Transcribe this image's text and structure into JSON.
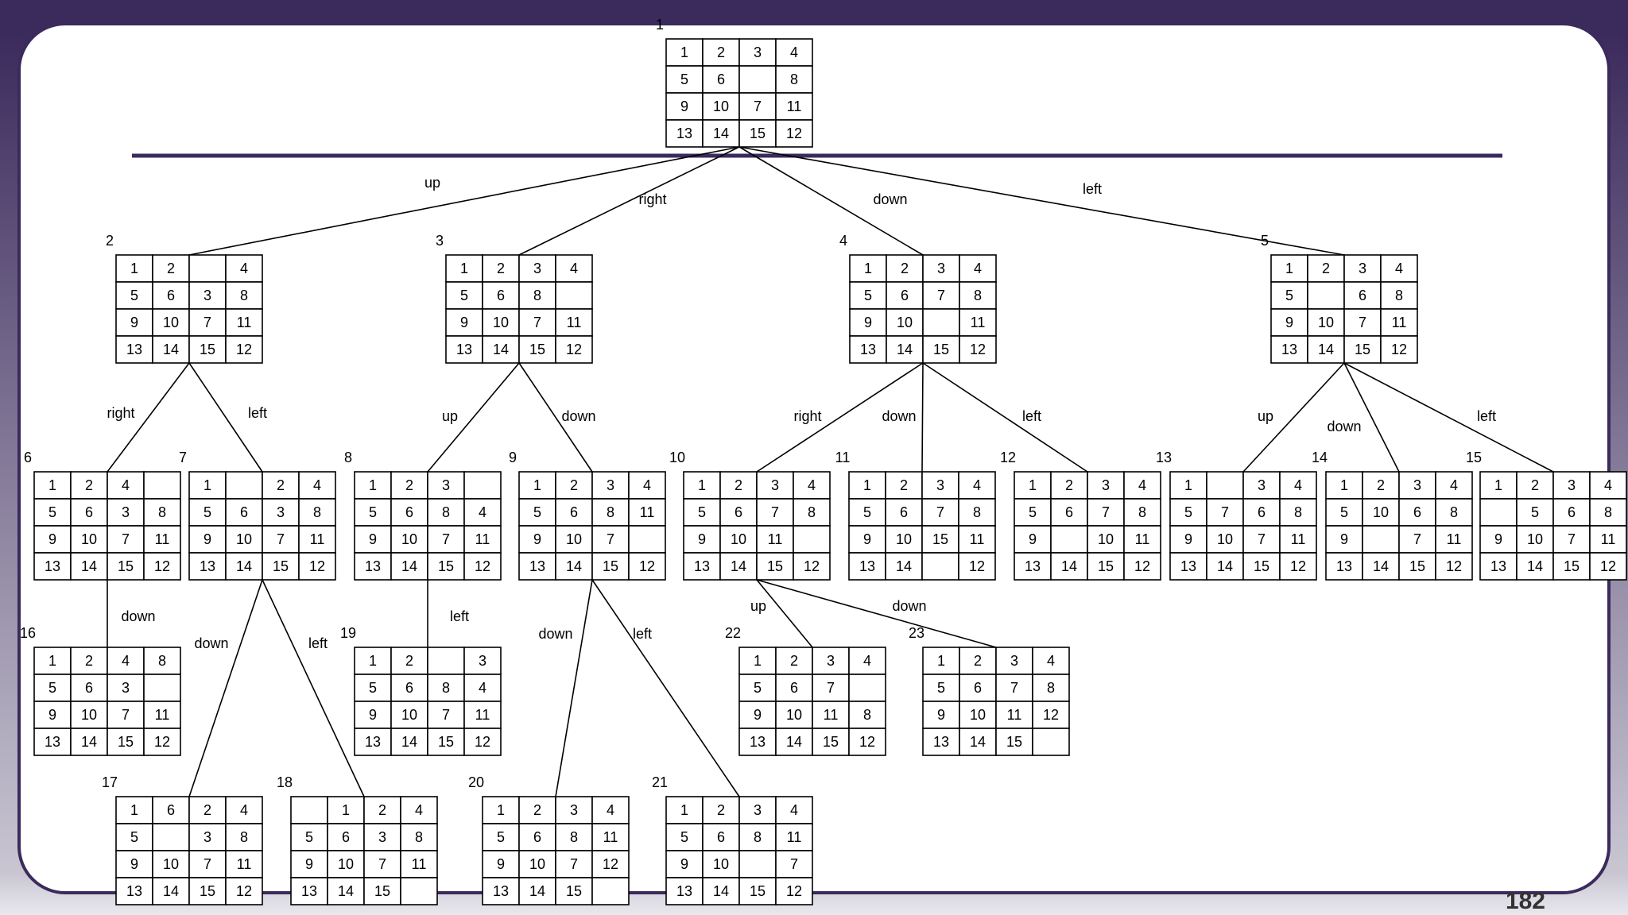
{
  "slide": {
    "page_number": "182"
  },
  "colors": {
    "frame": "#3b2a5c",
    "rule": "#3b2a5c"
  },
  "tree": {
    "nodes": [
      {
        "id": "1",
        "label": "1",
        "grid": [
          [
            "1",
            "2",
            "3",
            "4"
          ],
          [
            "5",
            "6",
            "",
            "8"
          ],
          [
            "9",
            "10",
            "7",
            "11"
          ],
          [
            "13",
            "14",
            "15",
            "12"
          ]
        ]
      },
      {
        "id": "2",
        "label": "2",
        "grid": [
          [
            "1",
            "2",
            "",
            "4"
          ],
          [
            "5",
            "6",
            "3",
            "8"
          ],
          [
            "9",
            "10",
            "7",
            "11"
          ],
          [
            "13",
            "14",
            "15",
            "12"
          ]
        ]
      },
      {
        "id": "3",
        "label": "3",
        "grid": [
          [
            "1",
            "2",
            "3",
            "4"
          ],
          [
            "5",
            "6",
            "8",
            ""
          ],
          [
            "9",
            "10",
            "7",
            "11"
          ],
          [
            "13",
            "14",
            "15",
            "12"
          ]
        ]
      },
      {
        "id": "4",
        "label": "4",
        "grid": [
          [
            "1",
            "2",
            "3",
            "4"
          ],
          [
            "5",
            "6",
            "7",
            "8"
          ],
          [
            "9",
            "10",
            "",
            "11"
          ],
          [
            "13",
            "14",
            "15",
            "12"
          ]
        ]
      },
      {
        "id": "5",
        "label": "5",
        "grid": [
          [
            "1",
            "2",
            "3",
            "4"
          ],
          [
            "5",
            "",
            "6",
            "8"
          ],
          [
            "9",
            "10",
            "7",
            "11"
          ],
          [
            "13",
            "14",
            "15",
            "12"
          ]
        ]
      },
      {
        "id": "6",
        "label": "6",
        "grid": [
          [
            "1",
            "2",
            "4",
            ""
          ],
          [
            "5",
            "6",
            "3",
            "8"
          ],
          [
            "9",
            "10",
            "7",
            "11"
          ],
          [
            "13",
            "14",
            "15",
            "12"
          ]
        ]
      },
      {
        "id": "7",
        "label": "7",
        "grid": [
          [
            "1",
            "",
            "2",
            "4"
          ],
          [
            "5",
            "6",
            "3",
            "8"
          ],
          [
            "9",
            "10",
            "7",
            "11"
          ],
          [
            "13",
            "14",
            "15",
            "12"
          ]
        ]
      },
      {
        "id": "8",
        "label": "8",
        "grid": [
          [
            "1",
            "2",
            "3",
            ""
          ],
          [
            "5",
            "6",
            "8",
            "4"
          ],
          [
            "9",
            "10",
            "7",
            "11"
          ],
          [
            "13",
            "14",
            "15",
            "12"
          ]
        ]
      },
      {
        "id": "9",
        "label": "9",
        "grid": [
          [
            "1",
            "2",
            "3",
            "4"
          ],
          [
            "5",
            "6",
            "8",
            "11"
          ],
          [
            "9",
            "10",
            "7",
            ""
          ],
          [
            "13",
            "14",
            "15",
            "12"
          ]
        ]
      },
      {
        "id": "10",
        "label": "10",
        "grid": [
          [
            "1",
            "2",
            "3",
            "4"
          ],
          [
            "5",
            "6",
            "7",
            "8"
          ],
          [
            "9",
            "10",
            "11",
            ""
          ],
          [
            "13",
            "14",
            "15",
            "12"
          ]
        ]
      },
      {
        "id": "11",
        "label": "11",
        "grid": [
          [
            "1",
            "2",
            "3",
            "4"
          ],
          [
            "5",
            "6",
            "7",
            "8"
          ],
          [
            "9",
            "10",
            "15",
            "11"
          ],
          [
            "13",
            "14",
            "",
            "12"
          ]
        ]
      },
      {
        "id": "12",
        "label": "12",
        "grid": [
          [
            "1",
            "2",
            "3",
            "4"
          ],
          [
            "5",
            "6",
            "7",
            "8"
          ],
          [
            "9",
            "",
            "10",
            "11"
          ],
          [
            "13",
            "14",
            "15",
            "12"
          ]
        ]
      },
      {
        "id": "13",
        "label": "13",
        "grid": [
          [
            "1",
            "",
            "3",
            "4"
          ],
          [
            "5",
            "7",
            "6",
            "8"
          ],
          [
            "9",
            "10",
            "7",
            "11"
          ],
          [
            "13",
            "14",
            "15",
            "12"
          ]
        ]
      },
      {
        "id": "14",
        "label": "14",
        "grid": [
          [
            "1",
            "2",
            "3",
            "4"
          ],
          [
            "5",
            "10",
            "6",
            "8"
          ],
          [
            "9",
            "",
            "7",
            "11"
          ],
          [
            "13",
            "14",
            "15",
            "12"
          ]
        ]
      },
      {
        "id": "15",
        "label": "15",
        "grid": [
          [
            "1",
            "2",
            "3",
            "4"
          ],
          [
            "",
            "5",
            "6",
            "8"
          ],
          [
            "9",
            "10",
            "7",
            "11"
          ],
          [
            "13",
            "14",
            "15",
            "12"
          ]
        ]
      },
      {
        "id": "16",
        "label": "16",
        "grid": [
          [
            "1",
            "2",
            "4",
            "8"
          ],
          [
            "5",
            "6",
            "3",
            ""
          ],
          [
            "9",
            "10",
            "7",
            "11"
          ],
          [
            "13",
            "14",
            "15",
            "12"
          ]
        ]
      },
      {
        "id": "17",
        "label": "17",
        "grid": [
          [
            "1",
            "6",
            "2",
            "4"
          ],
          [
            "5",
            "",
            "3",
            "8"
          ],
          [
            "9",
            "10",
            "7",
            "11"
          ],
          [
            "13",
            "14",
            "15",
            "12"
          ]
        ]
      },
      {
        "id": "18",
        "label": "18",
        "grid": [
          [
            "",
            "1",
            "2",
            "4"
          ],
          [
            "5",
            "6",
            "3",
            "8"
          ],
          [
            "9",
            "10",
            "7",
            "11"
          ],
          [
            "13",
            "14",
            "15",
            ""
          ]
        ]
      },
      {
        "id": "19",
        "label": "19",
        "grid": [
          [
            "1",
            "2",
            "",
            "3"
          ],
          [
            "5",
            "6",
            "8",
            "4"
          ],
          [
            "9",
            "10",
            "7",
            "11"
          ],
          [
            "13",
            "14",
            "15",
            "12"
          ]
        ]
      },
      {
        "id": "20",
        "label": "20",
        "grid": [
          [
            "1",
            "2",
            "3",
            "4"
          ],
          [
            "5",
            "6",
            "8",
            "11"
          ],
          [
            "9",
            "10",
            "7",
            "12"
          ],
          [
            "13",
            "14",
            "15",
            ""
          ]
        ]
      },
      {
        "id": "21",
        "label": "21",
        "grid": [
          [
            "1",
            "2",
            "3",
            "4"
          ],
          [
            "5",
            "6",
            "8",
            "11"
          ],
          [
            "9",
            "10",
            "",
            "7"
          ],
          [
            "13",
            "14",
            "15",
            "12"
          ]
        ]
      },
      {
        "id": "22",
        "label": "22",
        "grid": [
          [
            "1",
            "2",
            "3",
            "4"
          ],
          [
            "5",
            "6",
            "7",
            ""
          ],
          [
            "9",
            "10",
            "11",
            "8"
          ],
          [
            "13",
            "14",
            "15",
            "12"
          ]
        ]
      },
      {
        "id": "23",
        "label": "23",
        "grid": [
          [
            "1",
            "2",
            "3",
            "4"
          ],
          [
            "5",
            "6",
            "7",
            "8"
          ],
          [
            "9",
            "10",
            "11",
            "12"
          ],
          [
            "13",
            "14",
            "15",
            ""
          ]
        ]
      }
    ],
    "edges": [
      {
        "from": "1",
        "to": "2",
        "label": "up"
      },
      {
        "from": "1",
        "to": "3",
        "label": "right"
      },
      {
        "from": "1",
        "to": "4",
        "label": "down"
      },
      {
        "from": "1",
        "to": "5",
        "label": "left"
      },
      {
        "from": "2",
        "to": "6",
        "label": "right"
      },
      {
        "from": "2",
        "to": "7",
        "label": "left"
      },
      {
        "from": "3",
        "to": "8",
        "label": "up"
      },
      {
        "from": "3",
        "to": "9",
        "label": "down"
      },
      {
        "from": "4",
        "to": "10",
        "label": "right"
      },
      {
        "from": "4",
        "to": "11",
        "label": "down"
      },
      {
        "from": "4",
        "to": "12",
        "label": "left"
      },
      {
        "from": "5",
        "to": "13",
        "label": "up"
      },
      {
        "from": "5",
        "to": "14",
        "label": "down"
      },
      {
        "from": "5",
        "to": "15",
        "label": "left"
      },
      {
        "from": "6",
        "to": "16",
        "label": "down"
      },
      {
        "from": "7",
        "to": "17",
        "label": "down"
      },
      {
        "from": "7",
        "to": "18",
        "label": "left"
      },
      {
        "from": "8",
        "to": "19",
        "label": "left"
      },
      {
        "from": "9",
        "to": "20",
        "label": "down"
      },
      {
        "from": "9",
        "to": "21",
        "label": "left"
      },
      {
        "from": "10",
        "to": "22",
        "label": "up"
      },
      {
        "from": "10",
        "to": "23",
        "label": "down"
      }
    ]
  }
}
